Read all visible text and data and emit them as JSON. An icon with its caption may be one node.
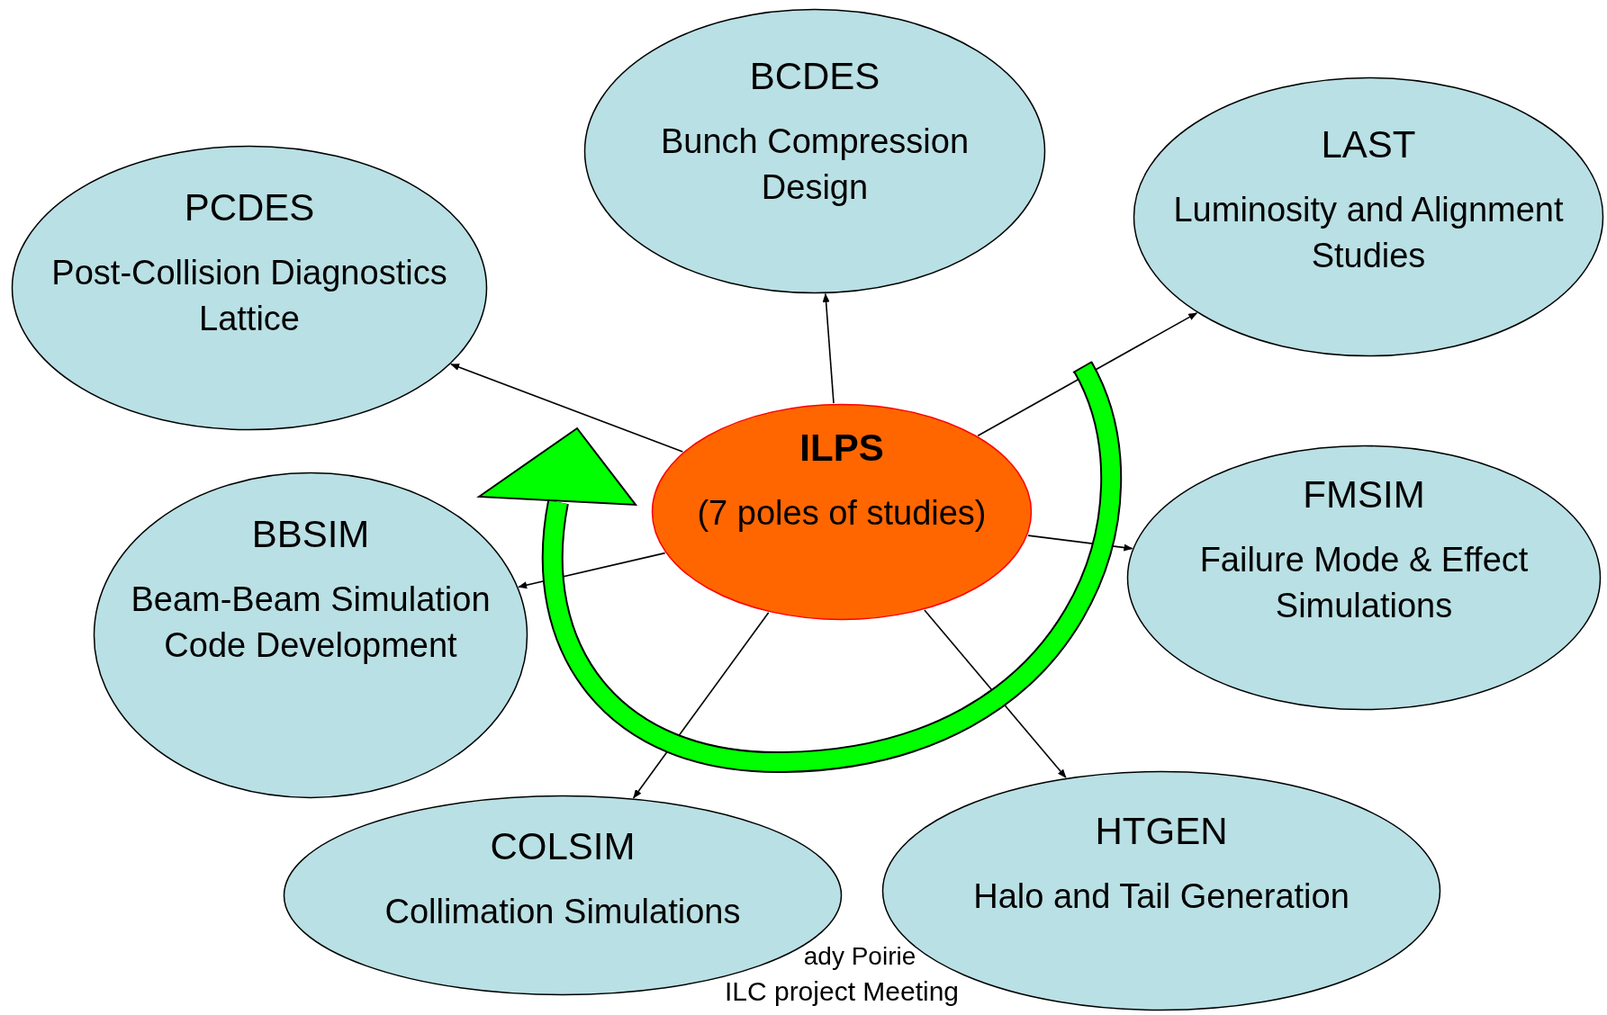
{
  "diagram": {
    "nodes": [
      {
        "text": [
          "BCDES",
          "Bunch Compression Design"
        ]
      },
      {
        "text": [
          "LAST",
          "Luminosity and Alignment Studies"
        ]
      },
      {
        "text": [
          "PCDES",
          "Post-Collision Diagnostics Lattice"
        ]
      },
      {
        "text": [
          "ILPS",
          "(7 poles of studies)"
        ]
      },
      {
        "text": [
          "BBSIM",
          "Beam-Beam Simulation Code Development"
        ]
      },
      {
        "text": [
          "FMSIM",
          "Failure Mode & Effect Simulations"
        ]
      },
      {
        "text": [
          "COLSIM",
          "Collimation Simulations"
        ]
      },
      {
        "text": [
          "HTGEN",
          "Halo and Tail Generation"
        ]
      }
    ],
    "edges": [
      {
        "from": 3,
        "to": 0,
        "arrow": "to"
      },
      {
        "from": 3,
        "to": 1,
        "arrow": "to"
      },
      {
        "from": 3,
        "to": 2,
        "arrow": "to"
      },
      {
        "from": 3,
        "to": 4,
        "arrow": "to"
      },
      {
        "from": 3,
        "to": 5,
        "arrow": "to"
      },
      {
        "from": 3,
        "to": 6,
        "arrow": "to"
      },
      {
        "from": 3,
        "to": 7,
        "arrow": "to"
      }
    ],
    "labels": [
      "ady Poirie",
      "ILC project Meeting"
    ]
  }
}
